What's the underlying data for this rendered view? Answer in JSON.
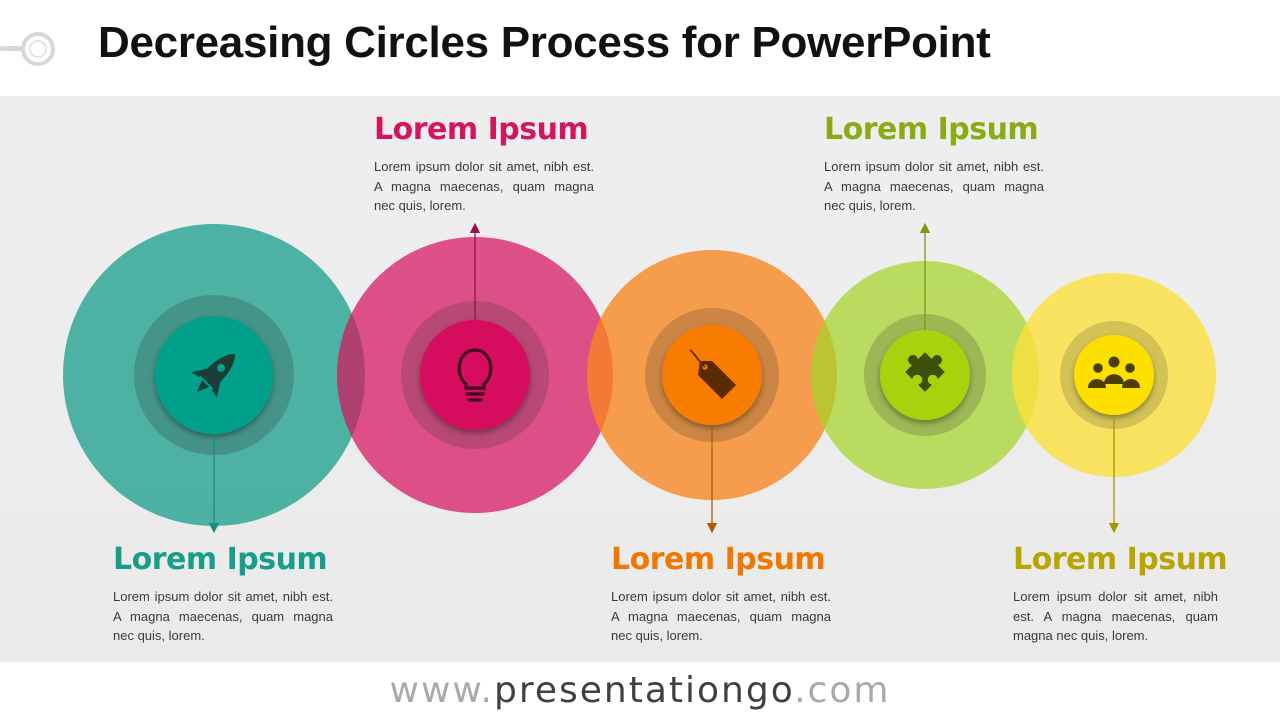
{
  "title": "Decreasing Circles Process for PowerPoint",
  "steps": [
    {
      "heading": "Lorem Ipsum",
      "text": "Lorem ipsum dolor sit amet, nibh est. A magna maecenas, quam magna nec quis, lorem.",
      "color": "#179e8a",
      "icon": "rocket-icon",
      "label_position": "bottom"
    },
    {
      "heading": "Lorem Ipsum",
      "text": "Lorem ipsum dolor sit amet, nibh est. A magna maecenas, quam magna nec quis, lorem.",
      "color": "#d5145f",
      "icon": "lightbulb-icon",
      "label_position": "top"
    },
    {
      "heading": "Lorem Ipsum",
      "text": "Lorem ipsum dolor sit amet, nibh est. A magna maecenas, quam magna nec quis, lorem.",
      "color": "#f07800",
      "icon": "price-tag-icon",
      "label_position": "bottom"
    },
    {
      "heading": "Lorem Ipsum",
      "text": "Lorem ipsum dolor sit amet, nibh est. A magna maecenas, quam magna nec quis, lorem.",
      "color": "#8aab14",
      "icon": "puzzle-piece-icon",
      "label_position": "top"
    },
    {
      "heading": "Lorem Ipsum",
      "text": "Lorem ipsum dolor sit amet, nibh est. A magna maecenas, quam magna nec quis, lorem.",
      "color": "#b7a500",
      "icon": "group-icon",
      "label_position": "bottom"
    }
  ],
  "footer": {
    "prefix": "www.",
    "domain": "presentationgo",
    "suffix": ".com"
  }
}
